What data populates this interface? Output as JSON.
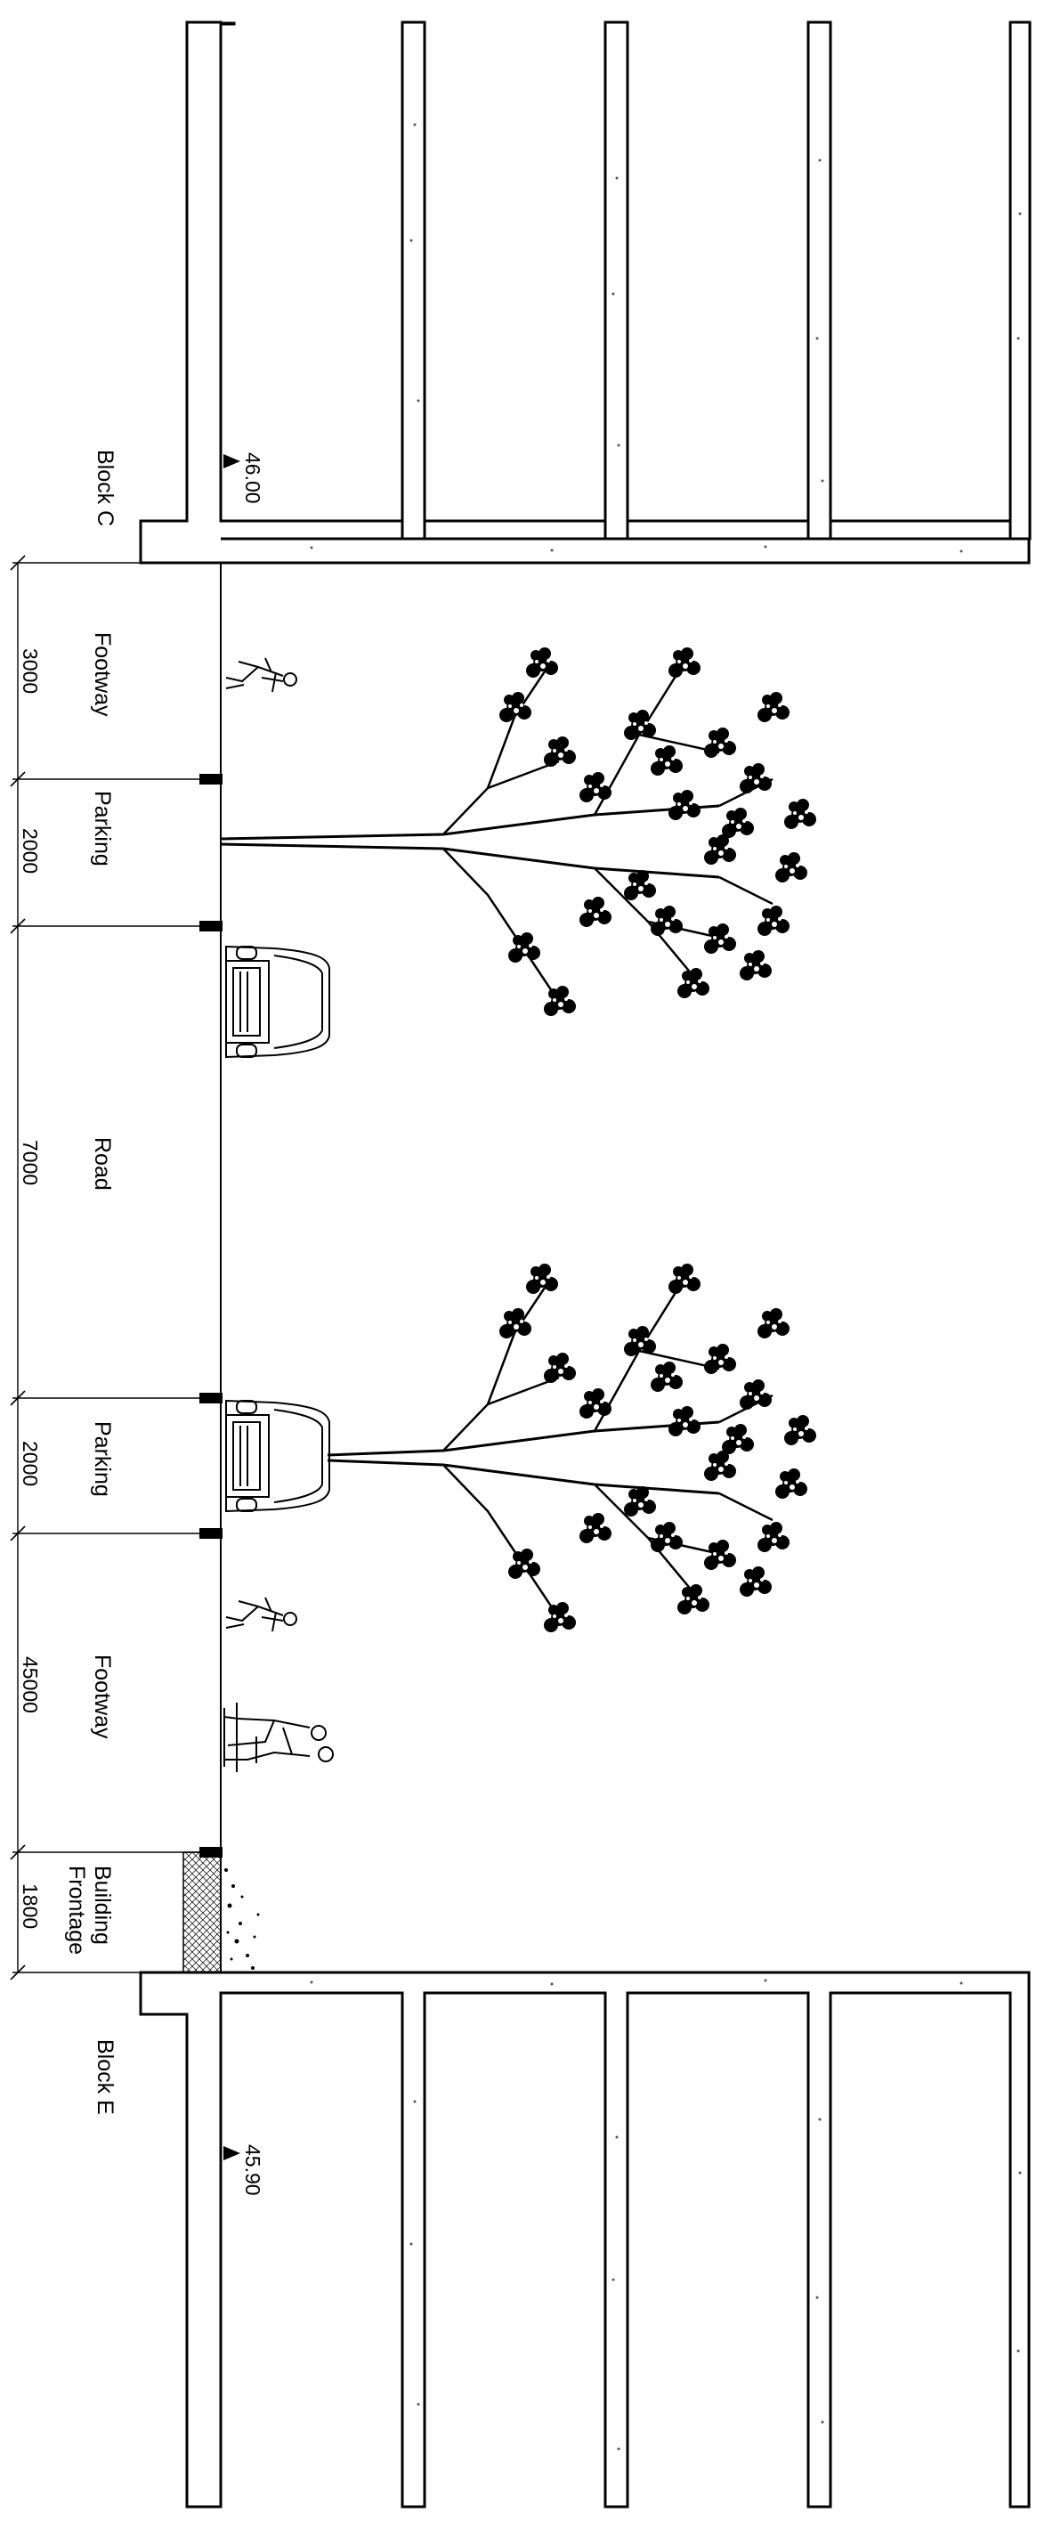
{
  "blocks": {
    "top": {
      "label": "Block C",
      "level": "46.00"
    },
    "bottom": {
      "label": "Block E",
      "level": "45.90"
    }
  },
  "zones": [
    {
      "key": "footway_top",
      "label": "Footway",
      "dim": "3000"
    },
    {
      "key": "parking_top",
      "label": "Parking",
      "dim": "2000"
    },
    {
      "key": "road",
      "label": "Road",
      "dim": "7000"
    },
    {
      "key": "parking_bottom",
      "label": "Parking",
      "dim": "2000"
    },
    {
      "key": "footway_bottom",
      "label": "Footway",
      "dim": "45000"
    },
    {
      "key": "frontage",
      "label": "Building Frontage",
      "label_line1": "Building",
      "label_line2": "Frontage",
      "dim": "1800"
    }
  ],
  "icons": [
    "pedestrian-icon",
    "car-icon",
    "tree-icon",
    "bench-couple-icon",
    "hedge-icon",
    "level-marker-icon"
  ]
}
